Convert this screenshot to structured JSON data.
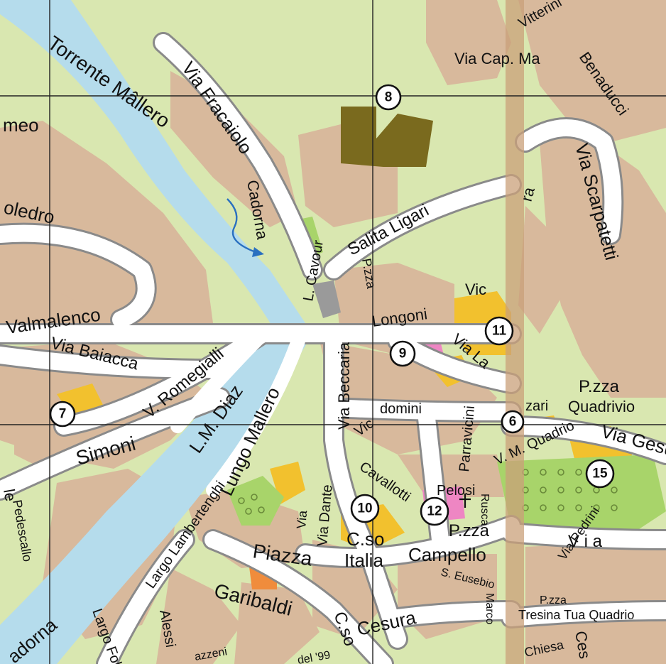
{
  "labels": {
    "torrente_mallero": "Torrente Mâllero",
    "via_fracaiolo": "Via Fracaiolo",
    "cadorna_top": "Cadorna",
    "salita_ligari": "Salita Ligari",
    "via_cap": "Via Cap. Ma",
    "via_vitterini": "Vitterini",
    "via_benaducci": "Benaducci",
    "via_scarpatetti": "Via Scarpatetti",
    "ra": "ra",
    "meo": "meo",
    "oledro": "oledro",
    "valmalenco": "Valmalenco",
    "via_baiacca": "Via Baiacca",
    "v_romegialli": "V. Romegialli",
    "lm_diaz": "L.M. Diaz",
    "lungo_mallero": "Lungo Mallero",
    "l_cavour": "L. Cavour",
    "pzza": "P.zza",
    "longoni": "Longoni",
    "vic": "Vic",
    "via_la": "Via La",
    "via_beccaria": "Via Beccaria",
    "domini": "domini",
    "vic_left": "Vic",
    "parravicini": "Parravicini",
    "quadrivio_pzza": "P.zza",
    "quadrivio": "Quadrivio",
    "zari": "zari",
    "v_m_quadrio": "V. M. Quadrio",
    "via_gesu": "Via Gesù",
    "simoni": "Simoni",
    "via_dante": "Via Dante",
    "cavallotti": "Cavallotti",
    "pelosi": "Pelosi",
    "rusca": "Rusca",
    "pzza_campello": "P.zza",
    "campello": "Campello",
    "cso_italia": "C.so",
    "italia": "Italia",
    "largo_lambertenghi": "Largo Lambertenghi",
    "via_small": "Via",
    "piazza": "Piazza",
    "garibaldi": "Garibaldi",
    "cso_cesura": "C.so",
    "cesura": "Cesura",
    "s_eusebio": "S. Eusebio",
    "marco": "Marco",
    "via_right": "V i a",
    "via_pedrini": "Via Pedrini",
    "pzza_bottom": "P.zza",
    "tresina": "Tresina Tua Quadrio",
    "chiesa": "Chiesa",
    "ces": "Ces",
    "largo_folla": "Largo Folla",
    "alessi": "Alessi",
    "cadorna_bottom": "adorna",
    "pedescallo": "Pedescallo",
    "via99": "del '99",
    "azzeni": "azzeni",
    "le": "le"
  },
  "pois": [
    {
      "id": "poi-8",
      "label": "8"
    },
    {
      "id": "poi-7",
      "label": "7"
    },
    {
      "id": "poi-9",
      "label": "9"
    },
    {
      "id": "poi-10",
      "label": "10"
    },
    {
      "id": "poi-11",
      "label": "11"
    },
    {
      "id": "poi-12",
      "label": "12"
    },
    {
      "id": "poi-15",
      "label": "15"
    },
    {
      "id": "poi-6",
      "label": "6"
    }
  ],
  "colors": {
    "river": "#b5dcec",
    "land": "#d9e7b0",
    "building": "#d8b99c",
    "road": "#ffffff",
    "poi_yellow": "#f2c12e",
    "poi_pink": "#ee86c3",
    "park": "#a8d46a",
    "olive": "#7a6a1e"
  }
}
